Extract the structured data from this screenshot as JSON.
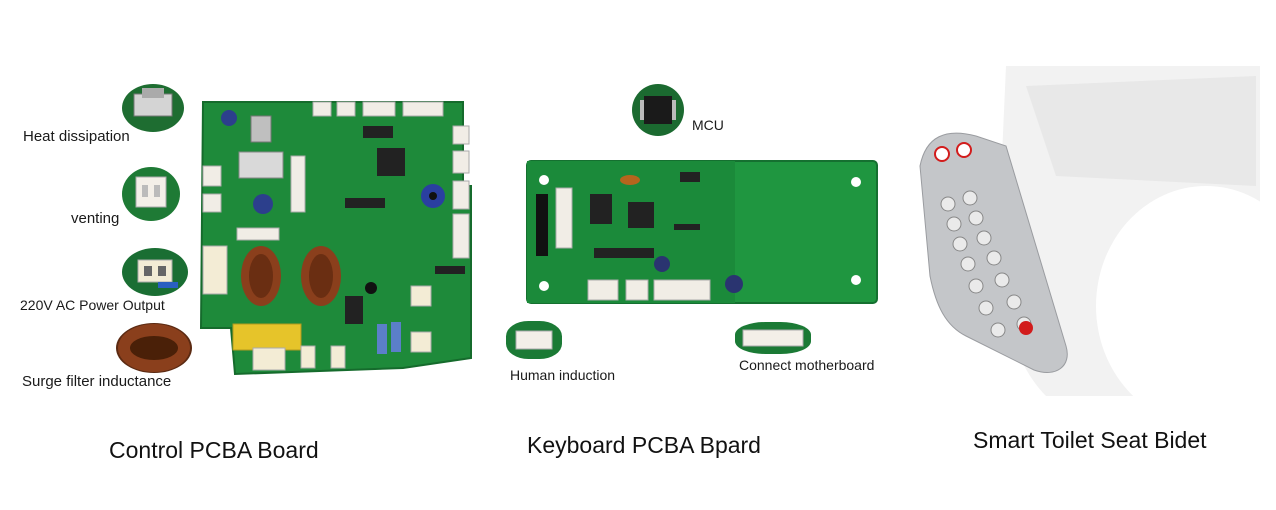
{
  "labels": {
    "heat_dissipation": "Heat dissipation",
    "venting": "venting",
    "power_output": "220V AC Power Output",
    "surge_filter": "Surge filter inductance",
    "mcu": "MCU",
    "human_induction": "Human induction",
    "connect_motherboard": "Connect motherboard"
  },
  "captions": {
    "control_board": "Control PCBA Board",
    "keyboard_board": "Keyboard PCBA Bpard",
    "bidet": "Smart Toilet Seat Bidet"
  },
  "colors": {
    "pcb_green": "#1e8a3a",
    "pcb_dark": "#156b2c",
    "coil_copper": "#8a3f1c",
    "seat_white": "#f2f2f2",
    "panel_gray": "#b9bbbe",
    "button_red": "#d21c1c"
  },
  "icons": [
    "heatsink-icon",
    "connector-icon",
    "power-terminal-icon",
    "inductor-coil-icon",
    "mcu-chip-icon"
  ]
}
